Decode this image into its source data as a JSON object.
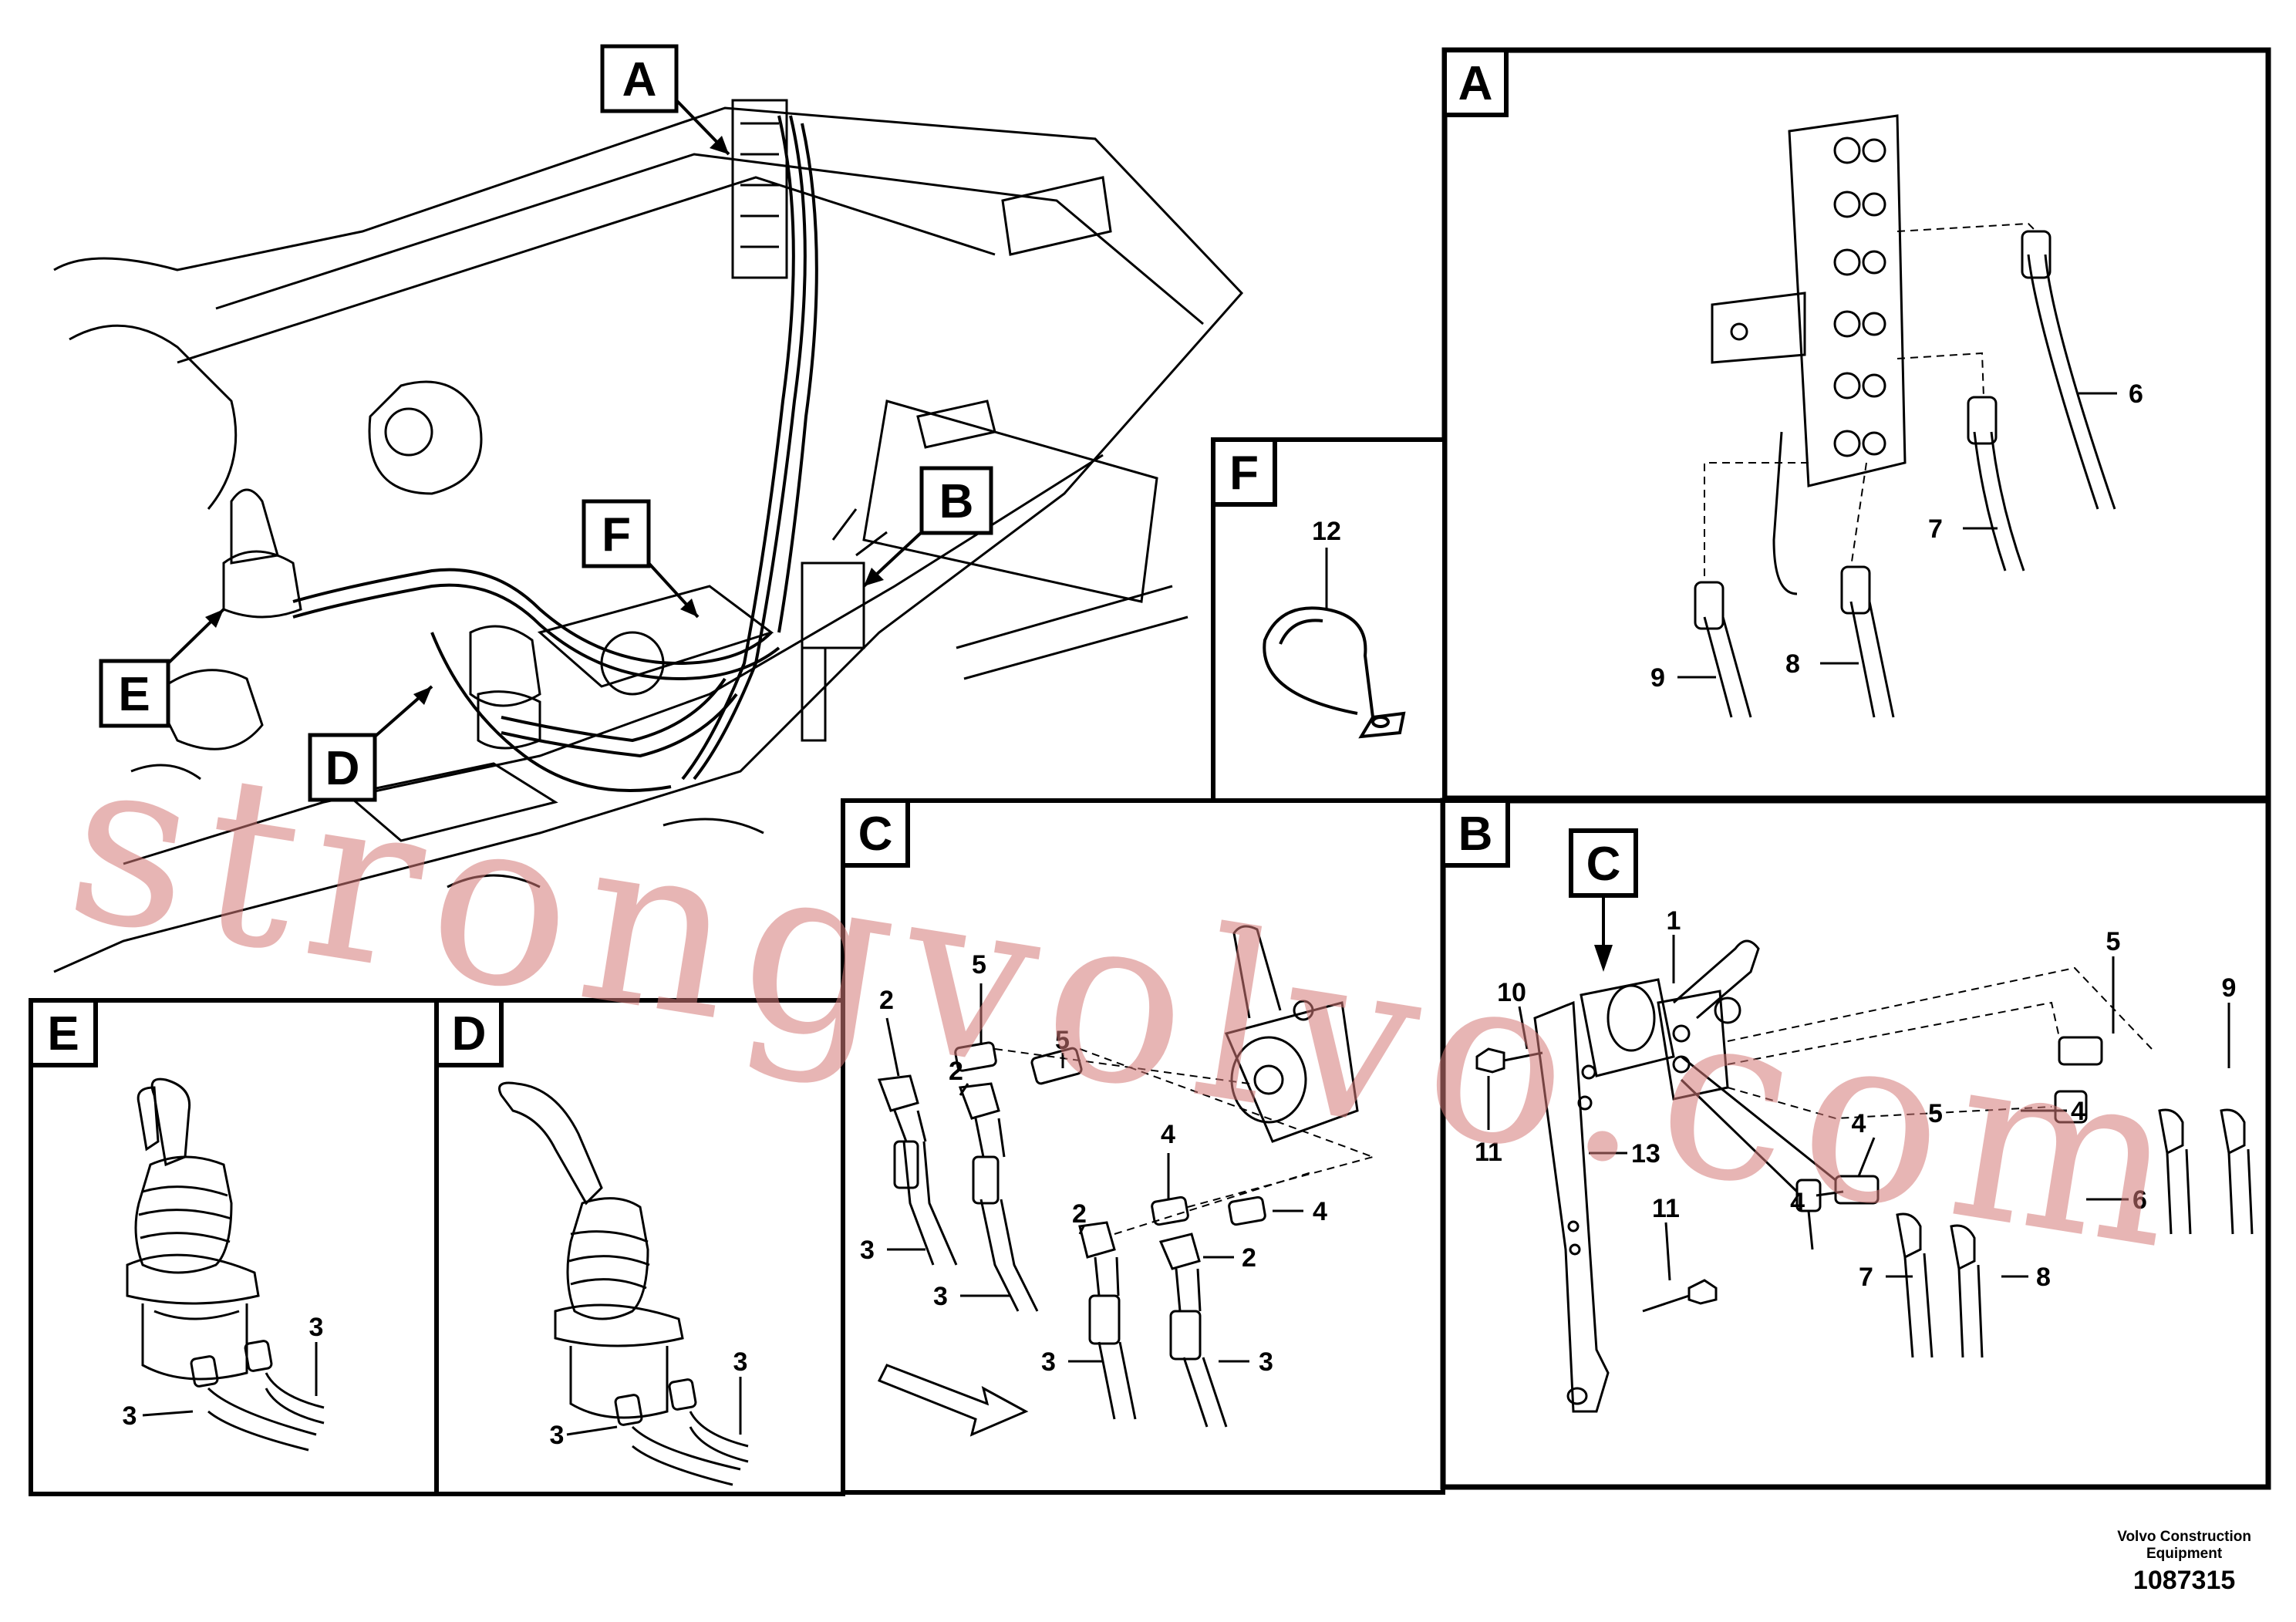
{
  "views": {
    "main_callouts": [
      "A",
      "B",
      "F",
      "E",
      "D"
    ],
    "A": {
      "key": "A",
      "labels": [
        "6",
        "7",
        "8",
        "9"
      ]
    },
    "F": {
      "key": "F",
      "labels": [
        "12"
      ]
    },
    "C": {
      "key": "C",
      "labels": [
        "2",
        "5",
        "2",
        "5",
        "4",
        "2",
        "4",
        "2",
        "3",
        "3",
        "3",
        "3"
      ]
    },
    "B": {
      "key": "B",
      "inner_callout": "C",
      "labels": [
        "1",
        "10",
        "5",
        "9",
        "11",
        "13",
        "4",
        "5",
        "4",
        "6",
        "4",
        "11",
        "7",
        "8"
      ]
    },
    "E": {
      "key": "E",
      "labels": [
        "3",
        "3"
      ]
    },
    "D": {
      "key": "D",
      "labels": [
        "3",
        "3"
      ]
    }
  },
  "watermark": "strongvolvo.com",
  "footer": {
    "maker_line1": "Volvo Construction",
    "maker_line2": "Equipment",
    "doc_number": "1087315"
  },
  "colors": {
    "ink": "#000000",
    "watermark": "#d57a78",
    "paper": "#ffffff"
  }
}
